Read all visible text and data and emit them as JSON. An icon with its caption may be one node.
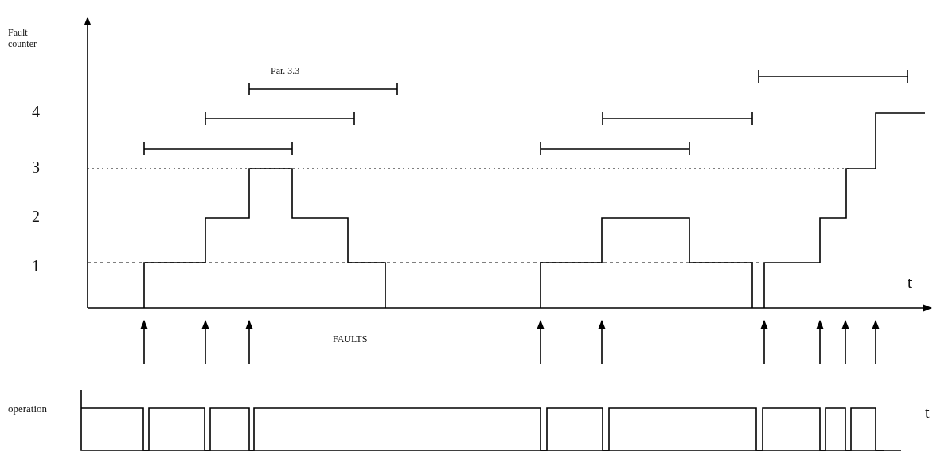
{
  "diagram": {
    "labels": [
      "Fault counter",
      "Par. 3.3",
      "4",
      "3",
      "2",
      "1",
      "t",
      "FAULTS",
      "operation",
      "t"
    ]
  }
}
